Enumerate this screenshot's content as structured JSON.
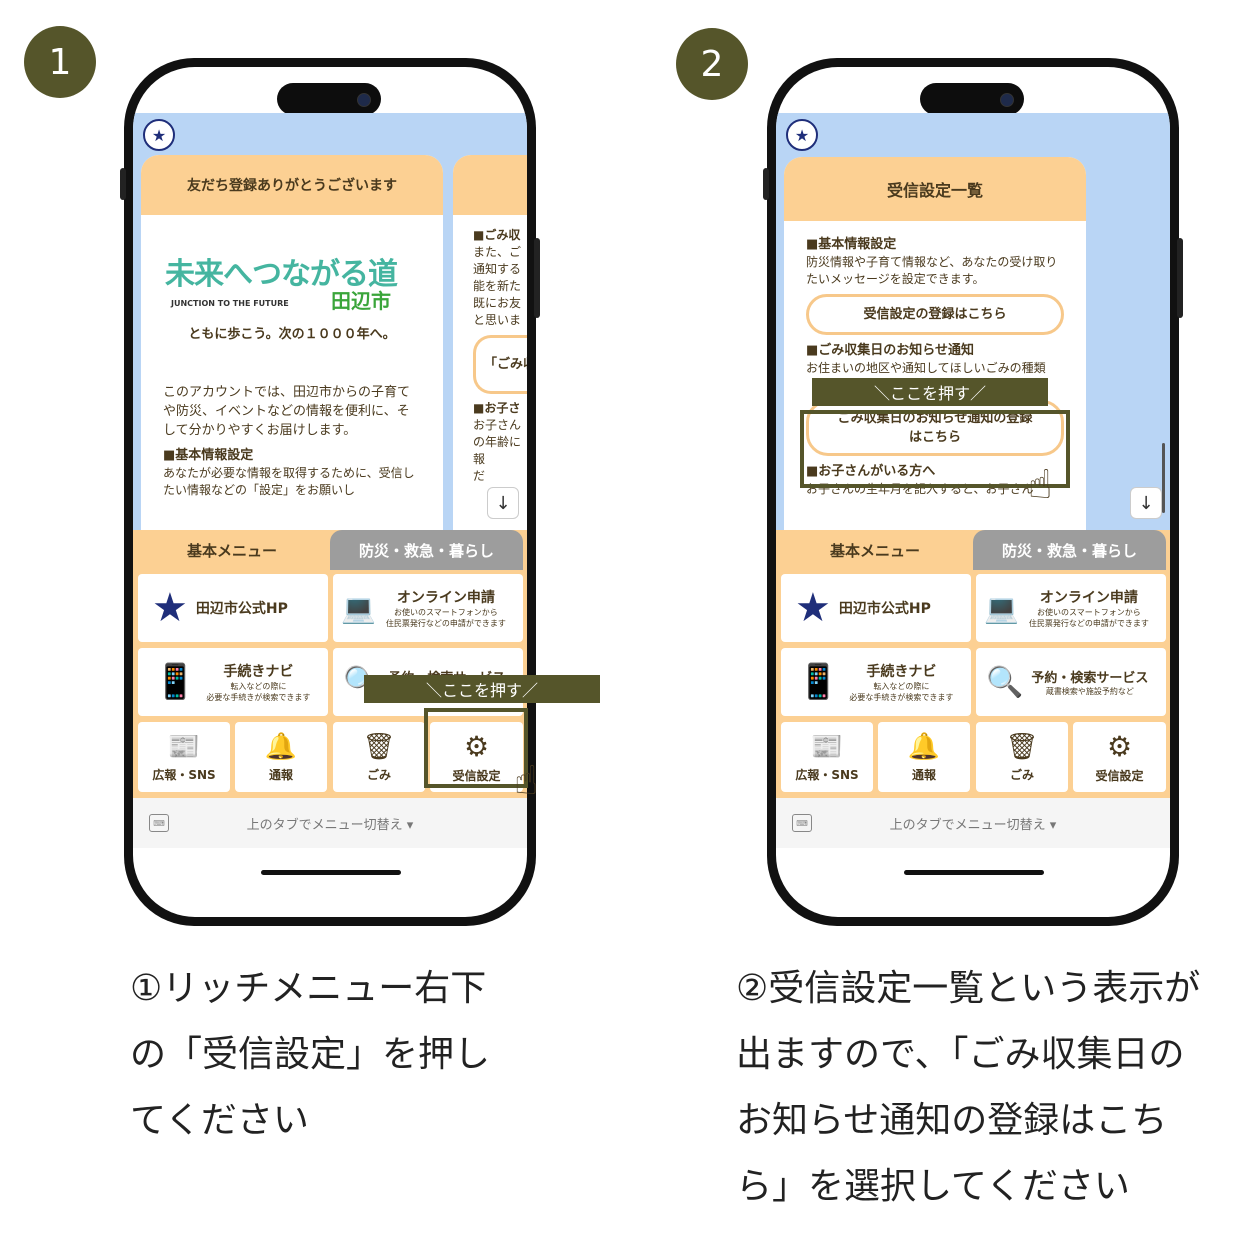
{
  "steps": [
    {
      "number": "1",
      "welcome_card": {
        "title": "友だち登録ありがとうございます",
        "logo_main": "未来へつながる道",
        "logo_en": "JUNCTION TO THE FUTURE",
        "logo_city": "田辺市",
        "slogan": "ともに歩こう。次の１０００年へ。",
        "intro": "このアカウントでは、田辺市からの子育てや防災、イベントなどの情報を便利に、そして分かりやすくお届けします。",
        "section_title": "■基本情報設定",
        "section_text": "あなたが必要な情報を取得するために、受信したい情報などの「設定」をお願いし"
      },
      "side_card": {
        "line1": "■ごみ収",
        "line2": "また、ご",
        "line3": "通知する",
        "line4": "能を新た",
        "line5": "既にお友",
        "line6": "と思いま",
        "pill": "「ごみ収",
        "line7": "■お子さ",
        "line8": "お子さん",
        "line9": "の年齢に",
        "line10": "報",
        "line11": "だ"
      },
      "callout": "＼ここを押す／",
      "caption": "①リッチメニュー右下\nの「受信設定」を押し\nてください"
    },
    {
      "number": "2",
      "settings_card": {
        "title": "受信設定一覧",
        "s1_title": "■基本情報設定",
        "s1_text": "防災情報や子育て情報など、あなたの受け取りたいメッセージを設定できます。",
        "s1_button": "受信設定の登録はこちら",
        "s2_title": "■ごみ収集日のお知らせ通知",
        "s2_text": "お住まいの地区や通知してほしいごみの種類",
        "s2_button_line1": "ごみ収集日のお知らせ通知の登録",
        "s2_button_line2": "はこちら",
        "s3_title": "■お子さんがいる方へ",
        "s3_text": "お子さんの生年月を記入すると、お子さん"
      },
      "callout": "＼ここを押す／",
      "caption": "②受信設定一覧という表示が\n出ますので、「ごみ収集日の\nお知らせ通知の登録はこち\nら」を選択してください"
    }
  ],
  "menu": {
    "tab_active": "基本メニュー",
    "tab_inactive": "防災・救急・暮らし",
    "tiles": {
      "hp": "田辺市公式HP",
      "online_title": "オンライン申請",
      "online_sub1": "お使いのスマートフォンから",
      "online_sub2": "住民票発行などの申請ができます",
      "navi_title": "手続きナビ",
      "navi_sub1": "転入などの際に",
      "navi_sub2": "必要な手続きが検索できます",
      "search_title": "予約・検索サービス",
      "search_sub": "蔵書検索や施設予約など",
      "pr": "広報・SNS",
      "notify": "通報",
      "garbage": "ごみ",
      "settings": "受信設定"
    },
    "footer": "上のタブでメニュー切替え ▾"
  },
  "icons": {
    "emblem": "city-emblem-icon",
    "star": "star-emblem-icon",
    "laptop": "laptop-icon",
    "tablet": "tablet-icon",
    "magnifier": "magnifier-icon",
    "newspaper": "newspaper-icon",
    "bell": "bell-icon",
    "trash": "trash-icon",
    "gear": "gear-icon",
    "hand": "pointing-hand-icon",
    "arrow_down": "arrow-down-icon",
    "keyboard": "keyboard-icon"
  },
  "colors": {
    "badge": "#55552a",
    "accent_orange": "#fcd093",
    "screen_blue": "#b9d5f5",
    "tab_gray": "#9d9d9d",
    "text_brown": "#4a3a1e"
  }
}
